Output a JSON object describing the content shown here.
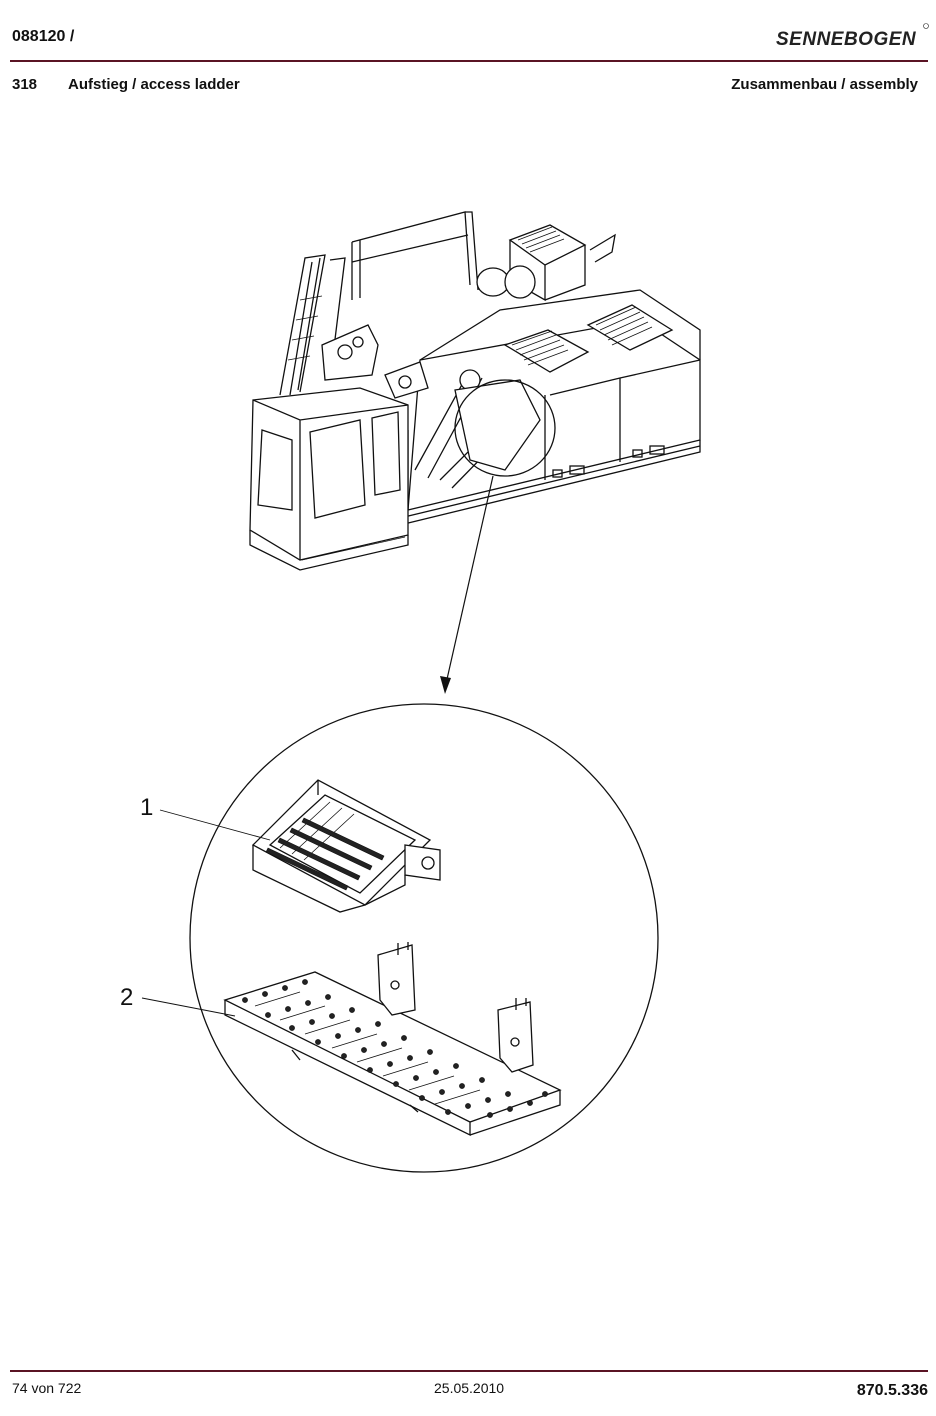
{
  "header": {
    "doc_number": "088120 /",
    "logo_text": "SENNEBOGEN",
    "section_number": "318",
    "section_title": "Aufstieg / access ladder",
    "section_type": "Zusammenbau / assembly"
  },
  "callouts": [
    "1",
    "2"
  ],
  "footer": {
    "page": "74 von 722",
    "date": "25.05.2010",
    "part_number": "870.5.336"
  },
  "colors": {
    "rule": "#5a1424",
    "ink": "#111111"
  },
  "icons": [
    "sennebogen-logo"
  ]
}
